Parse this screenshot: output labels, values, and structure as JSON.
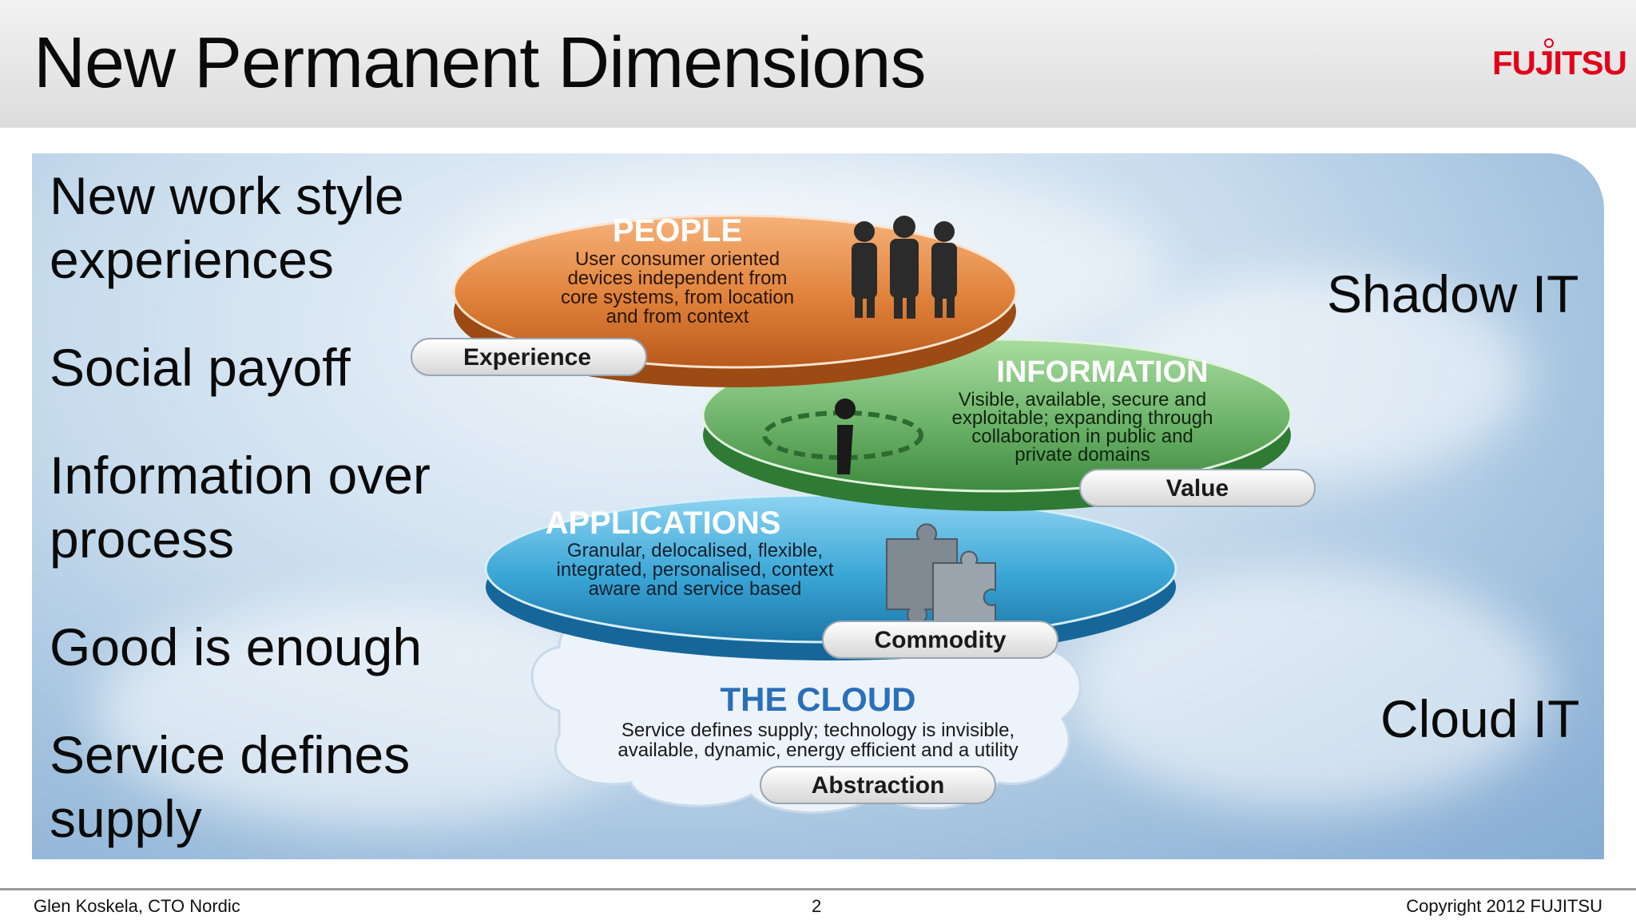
{
  "slide": {
    "title": "New Permanent Dimensions",
    "logo_text": "FUJITSU",
    "bullets": [
      "New work style experiences",
      "Social payoff",
      "Information over process",
      "Good is enough",
      "Service defines supply"
    ],
    "right_labels": {
      "top": "Shadow IT",
      "bottom": "Cloud IT"
    }
  },
  "diagram": {
    "people": {
      "title": "PEOPLE",
      "lines": [
        "User consumer oriented",
        "devices independent from",
        "core systems, from location",
        "and from context"
      ],
      "tag": "Experience"
    },
    "information": {
      "title": "INFORMATION",
      "lines": [
        "Visible, available, secure and",
        "exploitable; expanding through",
        "collaboration in public and",
        "private domains"
      ],
      "tag": "Value"
    },
    "applications": {
      "title": "APPLICATIONS",
      "lines": [
        "Granular, delocalised, flexible,",
        "integrated, personalised, context",
        "aware and service based"
      ],
      "tag": "Commodity"
    },
    "cloud": {
      "title": "THE CLOUD",
      "lines": [
        "Service defines supply; technology is invisible,",
        "available, dynamic, energy efficient and a utility"
      ],
      "tag": "Abstraction"
    }
  },
  "footer": {
    "left": "Glen Koskela, CTO Nordic",
    "page": "2",
    "right": "Copyright 2012 FUJITSU"
  },
  "colors": {
    "fujitsu_red": "#e2001a",
    "people_orange": "#e0813a",
    "information_green": "#6db36a",
    "applications_blue": "#3aa6d6",
    "cloud_title_blue": "#2a6fb8"
  }
}
